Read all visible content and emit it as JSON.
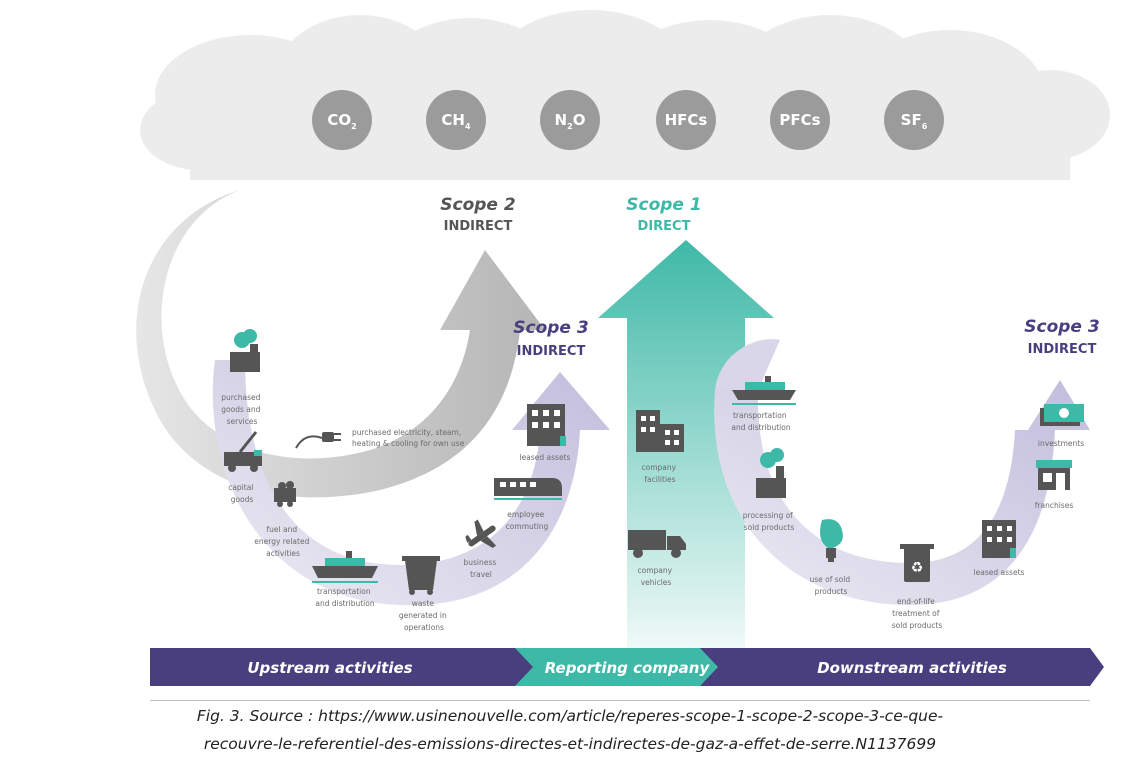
{
  "gases": [
    {
      "base": "CO",
      "sub": "2"
    },
    {
      "base": "CH",
      "sub": "4"
    },
    {
      "base": "N",
      "sub": "2",
      "tail": "O"
    },
    {
      "base": "HFCs",
      "sub": ""
    },
    {
      "base": "PFCs",
      "sub": ""
    },
    {
      "base": "SF",
      "sub": "6"
    }
  ],
  "scope2": {
    "title": "Scope 2",
    "sub": "INDIRECT"
  },
  "scope1": {
    "title": "Scope 1",
    "sub": "DIRECT"
  },
  "scope3_up": {
    "title": "Scope 3",
    "sub": "INDIRECT"
  },
  "scope3_down": {
    "title": "Scope 3",
    "sub": "INDIRECT"
  },
  "upstream_items": {
    "purchased_goods": [
      "purchased",
      "goods and",
      "services"
    ],
    "capital_goods": [
      "capital",
      "goods"
    ],
    "fuel_energy": [
      "fuel and",
      "energy related",
      "activities"
    ],
    "transport": [
      "transportation",
      "and distribution"
    ],
    "waste": [
      "waste",
      "generated in",
      "operations"
    ],
    "business_travel": [
      "business",
      "travel"
    ],
    "employee_commuting": [
      "employee",
      "commuting"
    ],
    "leased_assets": [
      "leased assets"
    ],
    "purchased_electricity": [
      "purchased electricity, steam,",
      "heating & cooling for own use"
    ]
  },
  "company_items": {
    "facilities": [
      "company",
      "facilities"
    ],
    "vehicles": [
      "company",
      "vehicles"
    ]
  },
  "downstream_items": {
    "transport": [
      "transportation",
      "and distribution"
    ],
    "processing": [
      "processing of",
      "sold products"
    ],
    "use": [
      "use of sold",
      "products"
    ],
    "end_of_life": [
      "end-of-life",
      "treatment of",
      "sold products"
    ],
    "leased_assets": [
      "leased assets"
    ],
    "franchises": [
      "franchises"
    ],
    "investments": [
      "investments"
    ]
  },
  "bar": {
    "upstream": "Upstream activities",
    "reporting": "Reporting company",
    "downstream": "Downstream activities"
  },
  "caption": {
    "line1": "Fig. 3. Source : https://www.usinenouvelle.com/article/reperes-scope-1-scope-2-scope-3-ce-que-",
    "line2": "recouvre-le-referentiel-des-emissions-directes-et-indirectes-de-gaz-a-effet-de-serre.N1137699"
  },
  "colors": {
    "teal": "#3fb9a7",
    "navy": "#4a3f7e",
    "gray": "#a8a8a8",
    "lavender": "#cdc9e3",
    "cloud": "#eaeaea",
    "dark": "#555555"
  }
}
